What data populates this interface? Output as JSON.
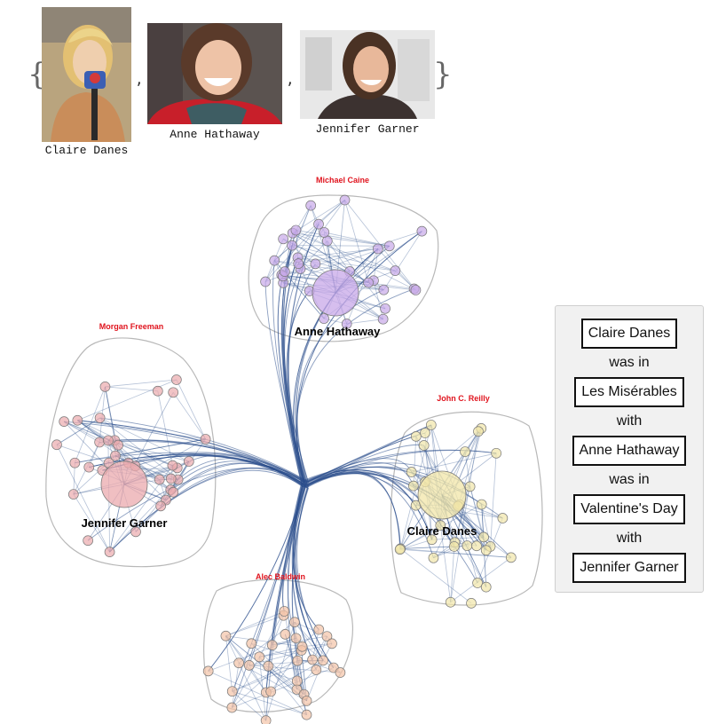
{
  "people": [
    {
      "name": "Claire Danes"
    },
    {
      "name": "Anne Hathaway"
    },
    {
      "name": "Jennifer Garner"
    }
  ],
  "list_brackets": {
    "open": "{",
    "close": "}",
    "separator": ","
  },
  "graph": {
    "clusters": [
      {
        "id": "michael-caine",
        "title": "Michael Caine",
        "hub": "Anne Hathaway",
        "color": "#c8a8e8"
      },
      {
        "id": "morgan-freeman",
        "title": "Morgan Freeman",
        "hub": "Jennifer Garner",
        "color": "#eba9ad"
      },
      {
        "id": "john-c-reilly",
        "title": "John C. Reilly",
        "hub": "Claire Danes",
        "color": "#f1e6a8"
      },
      {
        "id": "alec-baldwin",
        "title": "Alec Baldwin",
        "hub": "",
        "color": "#f3c3a6"
      }
    ],
    "title_color": "#e0141e",
    "edge_color": "#2c4f8c"
  },
  "path": {
    "steps": [
      {
        "kind": "boxed",
        "text": "Claire Danes"
      },
      {
        "kind": "plain",
        "text": "was in"
      },
      {
        "kind": "boxed",
        "text": "Les Misérables"
      },
      {
        "kind": "plain",
        "text": "with"
      },
      {
        "kind": "boxed",
        "text": "Anne Hathaway"
      },
      {
        "kind": "plain",
        "text": "was in"
      },
      {
        "kind": "boxed",
        "text": "Valentine's Day"
      },
      {
        "kind": "plain",
        "text": "with"
      },
      {
        "kind": "boxed",
        "text": "Jennifer Garner"
      }
    ]
  }
}
